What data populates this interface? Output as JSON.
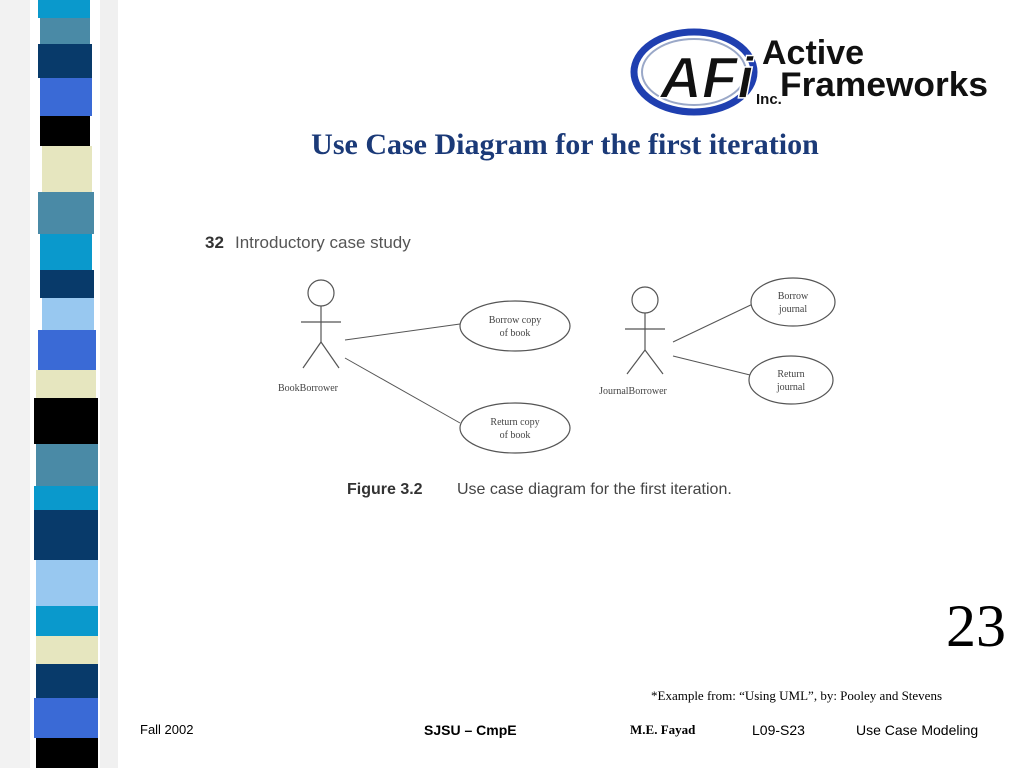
{
  "logo": {
    "monogram": "AFi",
    "line1": "Active",
    "line2": "Frameworks",
    "suffix": "Inc."
  },
  "colors": {
    "title": "#1b3a78",
    "logo_blue": "#1f3fb0",
    "stripe_palette": [
      "#0a99cc",
      "#4a8aa6",
      "#083a6a",
      "#3a6ad6",
      "#000000",
      "#e6e6bf",
      "#98c8f0"
    ]
  },
  "slide": {
    "title": "Use Case Diagram for the first iteration",
    "page_number": "23",
    "source_note": "*Example from: “Using UML”, by: Pooley and Stevens"
  },
  "figure": {
    "page_label": "32",
    "section_heading": "Introductory case study",
    "caption_label": "Figure 3.2",
    "caption_text": "Use case diagram for the first iteration.",
    "actors": [
      {
        "name": "BookBorrower"
      },
      {
        "name": "JournalBorrower"
      }
    ],
    "use_cases": [
      {
        "lines": [
          "Borrow copy",
          "of book"
        ]
      },
      {
        "lines": [
          "Return copy",
          "of book"
        ]
      },
      {
        "lines": [
          "Borrow",
          "journal"
        ]
      },
      {
        "lines": [
          "Return",
          "journal"
        ]
      }
    ]
  },
  "footer": {
    "date": "Fall 2002",
    "org": "SJSU – CmpE",
    "author": "M.E. Fayad",
    "code": "L09-S23",
    "topic": "Use Case Modeling"
  }
}
